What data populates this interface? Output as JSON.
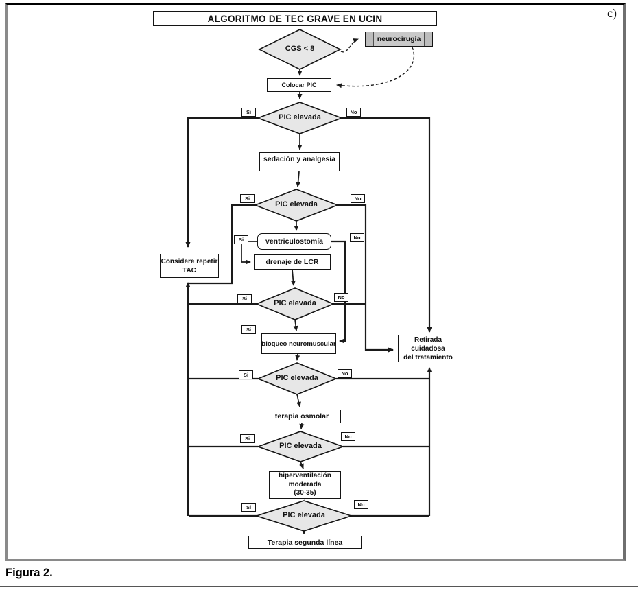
{
  "figure": {
    "panel_label": "c)",
    "caption": "Figura 2."
  },
  "flowchart": {
    "title": "ALGORITMO DE TEC GRAVE EN UCIN",
    "branch": {
      "yes": "Si",
      "no": "No"
    },
    "nodes": {
      "cgs": "CGS < 8",
      "neurocirugia": "neurocirugía",
      "colocar_pic": "Colocar PIC",
      "decision": "PIC elevada",
      "sedacion": "sedación y analgesia",
      "ventriculostomia": "ventriculostomía",
      "drenaje_lcr": "drenaje de LCR",
      "considere_tac": [
        "Considere repetir",
        "TAC"
      ],
      "bloqueo": "bloqueo neuromuscular",
      "retirada": [
        "Retirada cuidadosa",
        "del tratamiento"
      ],
      "terapia_osmolar": "terapia osmolar",
      "hiperventilacion": [
        "hiperventilación",
        "moderada",
        "(30-35)"
      ],
      "terapia_segunda_linea": "Terapia segunda línea"
    },
    "colors": {
      "diamond_fill": "#e7e7e7",
      "subroutine_fill": "#c9c9c9",
      "line": "#1a1a1a"
    }
  }
}
